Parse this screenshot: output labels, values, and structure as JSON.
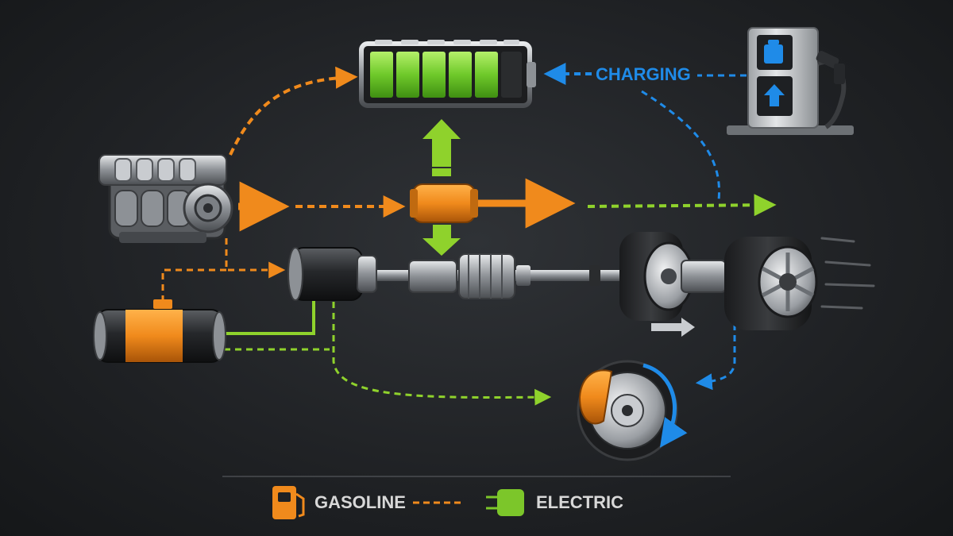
{
  "labels": {
    "charging": "CHARGING"
  },
  "legend": {
    "gasoline": {
      "label": "GASOLINE",
      "color": "#f08a1c",
      "icon": "fuel-pump-icon"
    },
    "electric": {
      "label": "ELECTRIC",
      "color": "#7cc62a",
      "icon": "plug-icon"
    }
  },
  "colors": {
    "gasoline_flow": "#f08a1c",
    "electric_flow": "#8fd22c",
    "charging_flow": "#1f8be8",
    "battery_cells": "#6fc92a"
  },
  "battery": {
    "charge_level": 0.85
  },
  "components": [
    "battery-pack",
    "charging-station",
    "combustion-engine",
    "power-split-device",
    "electric-motor",
    "fuel-tank",
    "drive-shaft",
    "rear-axle-wheels",
    "brake-disc"
  ]
}
